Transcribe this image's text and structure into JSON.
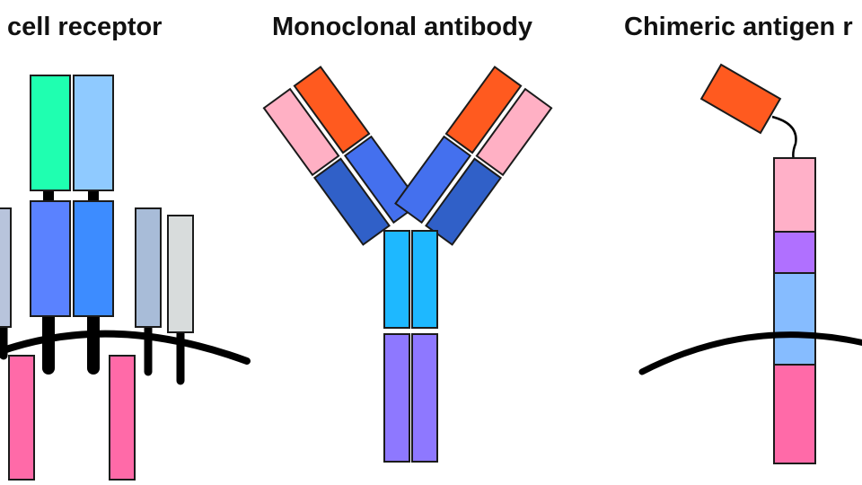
{
  "panels": {
    "tcr": {
      "title": "cell receptor"
    },
    "mab": {
      "title": "Monoclonal antibody"
    },
    "car": {
      "title": "Chimeric antigen r"
    }
  },
  "colors": {
    "tcr_top_left": "#1fffb0",
    "tcr_top_right": "#8fcaff",
    "tcr_mid_left": "#5a82ff",
    "tcr_mid_right": "#3d8cff",
    "tcr_side_left": "#a8bcd8",
    "tcr_side_grey": "#d8dcdc",
    "tcr_bottom": "#ff6aa8",
    "ab_heavy": "#ff5a1f",
    "ab_light": "#ffb0c4",
    "ab_fab_dark": "#3060c8",
    "ab_fab_bright": "#4470ee",
    "ab_hinge": "#1eb8ff",
    "ab_fc": "#8e78ff",
    "car_scfv": "#ff5a1f",
    "car_hinge": "#ffb0c8",
    "car_tm": "#b070ff",
    "car_costim": "#86bcff",
    "car_signal": "#ff6aa8",
    "membrane": "#000000"
  }
}
